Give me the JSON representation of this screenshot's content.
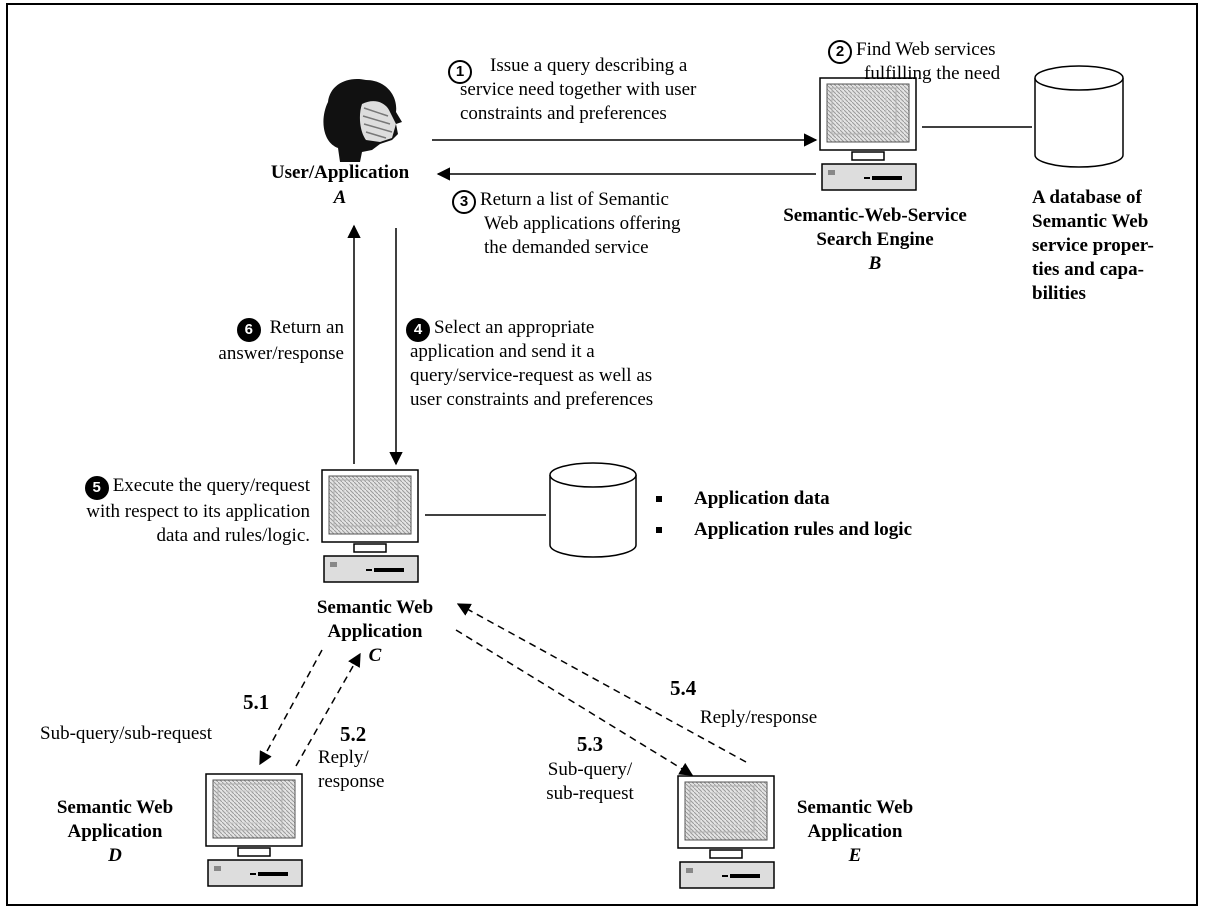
{
  "nodes": {
    "user": {
      "title": "User/Application",
      "letter": "A"
    },
    "search_engine": {
      "title_line1": "Semantic-Web-Service",
      "title_line2": "Search Engine",
      "letter": "B"
    },
    "database": {
      "lines": [
        "A database of",
        "Semantic Web",
        "service proper-",
        "ties and capa-",
        "bilities"
      ]
    },
    "app_c": {
      "title_line1": "Semantic Web",
      "title_line2": "Application",
      "letter": "C"
    },
    "app_d": {
      "title_line1": "Semantic Web",
      "title_line2": "Application",
      "letter": "D"
    },
    "app_e": {
      "title_line1": "Semantic Web",
      "title_line2": "Application",
      "letter": "E"
    },
    "app_data": {
      "items": [
        "Application data",
        "Application rules and logic"
      ]
    }
  },
  "steps": {
    "s1": {
      "marker": "1",
      "lines": [
        "Issue a query describing a",
        "service need together with user",
        "constraints and preferences"
      ]
    },
    "s2": {
      "marker": "2",
      "lines": [
        "Find Web services",
        "fulfilling the need"
      ]
    },
    "s3": {
      "marker": "3",
      "lines": [
        "Return a list of Semantic",
        "Web applications offering",
        "the demanded service"
      ]
    },
    "s4": {
      "marker": "4",
      "lines": [
        "Select an appropriate",
        "application and send it a",
        "query/service-request as well as",
        "user constraints and preferences"
      ]
    },
    "s5": {
      "marker": "5",
      "lines": [
        "Execute the query/request",
        "with respect to its application",
        "data and rules/logic."
      ]
    },
    "s6": {
      "marker": "6",
      "lines": [
        "Return an",
        "answer/response"
      ]
    },
    "s51": {
      "number": "5.1",
      "label": "Sub-query/sub-request"
    },
    "s52": {
      "number": "5.2",
      "lines": [
        "Reply/",
        "response"
      ]
    },
    "s53": {
      "number": "5.3",
      "lines": [
        "Sub-query/",
        "sub-request"
      ]
    },
    "s54": {
      "number": "5.4",
      "label": "Reply/response"
    }
  }
}
